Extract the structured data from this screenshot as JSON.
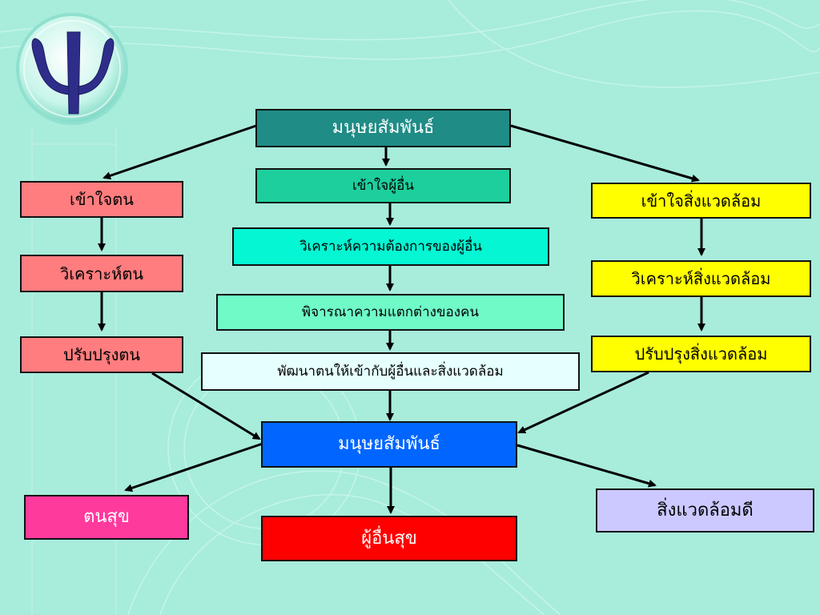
{
  "diagram": {
    "top_title": "มนุษยสัมพันธ์",
    "center_column": [
      "เข้าใจผู้อื่น",
      "วิเคราะห์ความต้องการของผู้อื่น",
      "พิจารณาความแตกต่างของคน",
      "พัฒนาตนให้เข้ากับผู้อื่นและสิ่งแวดล้อม"
    ],
    "left_column": [
      "เข้าใจตน",
      "วิเคราะห์ตน",
      "ปรับปรุงตน"
    ],
    "right_column": [
      "เข้าใจสิ่งแวดล้อม",
      "วิเคราะห์สิ่งแวดล้อม",
      "ปรับปรุงสิ่งแวดล้อม"
    ],
    "center_result": "มนุษยสัมพันธ์",
    "outcomes": {
      "left": "ตนสุข",
      "center": "ผู้อื่นสุข",
      "right": "สิ่งแวดล้อมดี"
    }
  },
  "colors": {
    "background": "#a8ecdc",
    "top_title": "#1f8c86",
    "understand_others": "#1ccf9c",
    "analyze_others": "#05f6d2",
    "consider_differences": "#6ffac8",
    "develop_self": "#e6ffff",
    "self_column": "#ff7d7f",
    "environment_column": "#ffff00",
    "center_result": "#0066ff",
    "self_happy": "#ff3a9d",
    "others_happy": "#ff0000",
    "environment_good": "#cbc9ff",
    "logo_glyph": "#2e2e8a"
  }
}
